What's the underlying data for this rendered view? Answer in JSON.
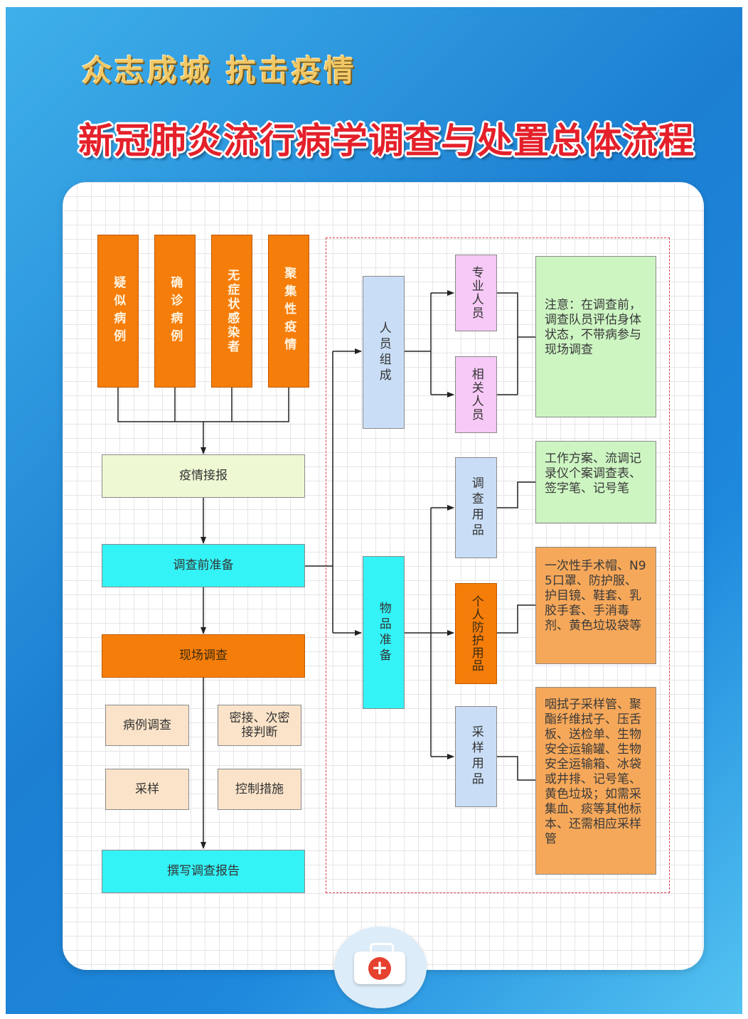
{
  "header": {
    "slogan": "众志成城 抗击疫情",
    "title": "新冠肺炎流行病学调查与处置总体流程"
  },
  "sources": [
    {
      "label": "疑似病例"
    },
    {
      "label": "确诊病例"
    },
    {
      "label": "无症状感染者"
    },
    {
      "label": "聚集性疫情"
    }
  ],
  "main_flow": {
    "report": "疫情接报",
    "prep": "调查前准备",
    "field": "现场调查",
    "tasks": [
      "病例调查",
      "密接、次密接判断",
      "采样",
      "控制措施"
    ],
    "write_report": "撰写调查报告"
  },
  "prep_branch": {
    "personnel": {
      "label": "人员组成",
      "members": [
        "专业人员",
        "相关人员"
      ],
      "note": "注意：在调查前，调查队员评估身体状态，不带病参与现场调查"
    },
    "materials": {
      "label": "物品准备",
      "items": [
        {
          "label": "调查用品",
          "detail": "工作方案、流调记录仪个案调查表、签字笔、记号笔"
        },
        {
          "label": "个人防护用品",
          "detail": "一次性手术帽、N95口罩、防护服、护目镜、鞋套、乳胶手套、手消毒剂、黄色垃圾袋等"
        },
        {
          "label": "采样用品",
          "detail": "咽拭子采样管、聚酯纤维拭子、压舌板、送检单、生物安全运输罐、生物安全运输箱、冰袋或井排、记号笔、黄色垃圾；如需采集血、痰等其他标本、还需相应采样管"
        }
      ]
    }
  },
  "colors": {
    "orange": "#f57d0a",
    "light_green": "#eef9d4",
    "cyan": "#33f3f6",
    "light_blue": "#c9def6",
    "pink": "#f6c9f6",
    "green_note": "#cdf5c2",
    "orange_note": "#f6a85a",
    "beige": "#fae3c8",
    "dashed_border": "#e03c4a"
  },
  "icons": {
    "badge": "first-aid-kit-icon"
  }
}
